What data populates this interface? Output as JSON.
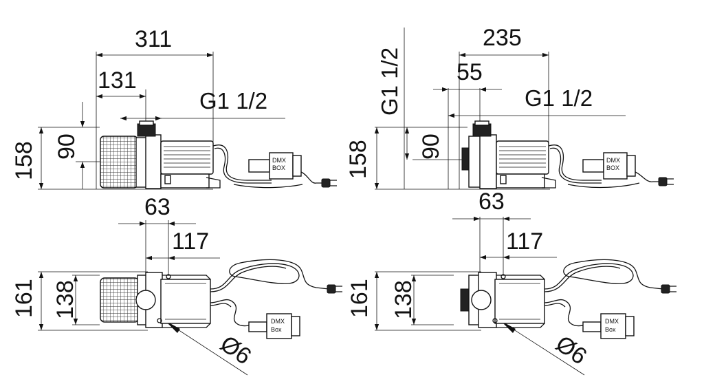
{
  "views": {
    "top_left": {
      "dims": {
        "total_length": "311",
        "inlet_offset": "131",
        "thread": "G1 1/2",
        "total_height": "158",
        "outlet_height": "90"
      },
      "device_labels": {
        "dmx_line1": "DMX",
        "dmx_line2": "BOX"
      }
    },
    "top_right": {
      "dims": {
        "total_length": "235",
        "inlet_offset": "55",
        "thread_vertical": "G1 1/2",
        "thread": "G1 1/2",
        "total_height": "158",
        "outlet_height": "90"
      },
      "device_labels": {
        "dmx_line1": "DMX",
        "dmx_line2": "BOX"
      }
    },
    "bottom_left": {
      "dims": {
        "outlet_offset": "63",
        "hole_offset": "117",
        "total_width": "161",
        "base_width": "138",
        "hole_diameter": "Ø6"
      },
      "device_labels": {
        "dmx_line1": "DMX",
        "dmx_line2": "Box"
      }
    },
    "bottom_right": {
      "dims": {
        "outlet_offset": "63",
        "hole_offset": "117",
        "total_width": "161",
        "base_width": "138",
        "hole_diameter": "Ø6"
      },
      "device_labels": {
        "dmx_line1": "DMX",
        "dmx_line2": "Box"
      }
    }
  }
}
